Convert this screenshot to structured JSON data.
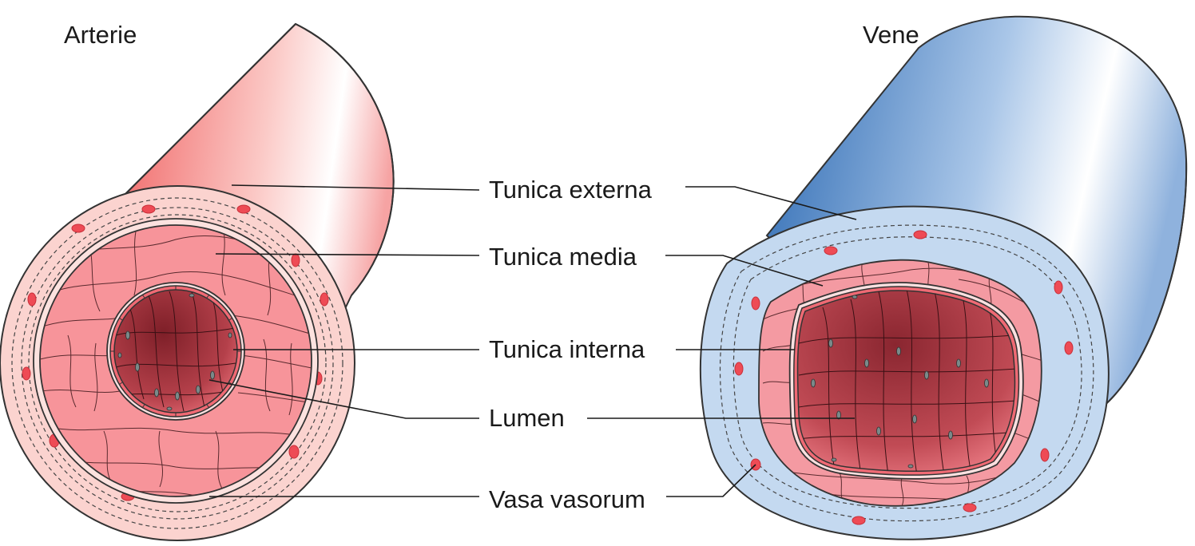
{
  "titles": {
    "artery": "Arterie",
    "vein": "Vene"
  },
  "labels": {
    "tunica_externa": "Tunica externa",
    "tunica_media": "Tunica media",
    "tunica_interna": "Tunica interna",
    "lumen": "Lumen",
    "vasa_vasorum": "Vasa vasorum"
  },
  "colors": {
    "artery_outer": "#f26b6b",
    "artery_externa": "#fbd3cf",
    "artery_media": "#f7949a",
    "artery_lumen": "#a8343d",
    "vein_outer": "#2e6fb8",
    "vein_externa": "#c4d9f0",
    "vein_media": "#f49aa2",
    "vein_lumen": "#b23f48",
    "vessel_dot": "#ee4b55",
    "outline": "#333333"
  }
}
